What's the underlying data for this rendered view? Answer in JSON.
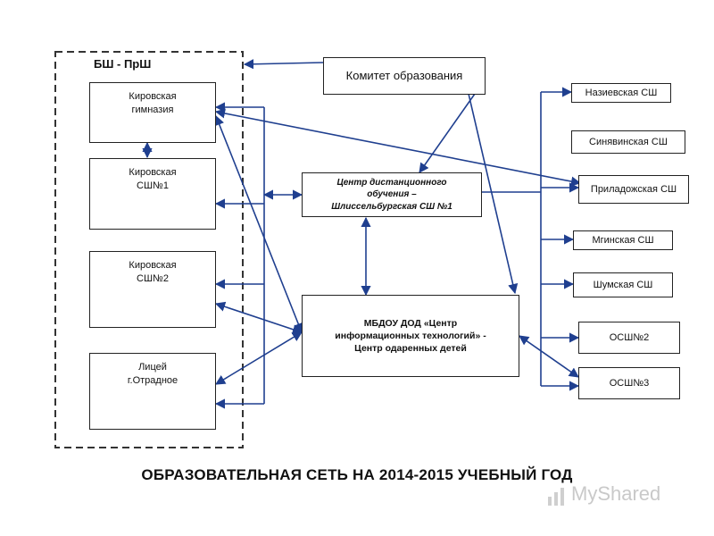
{
  "group": {
    "label": "БШ - ПрШ"
  },
  "nodes": {
    "committee": "Комитет образования",
    "gymnasium": "Кировская\nгимназия",
    "ssh1": "Кировская\nСШ№1",
    "ssh2": "Кировская\nСШ№2",
    "lyceum": "Лицей\nг.Отрадное",
    "distance_center": "Центр дистанционного\nобучения –\nШлиссельбургская СШ №1",
    "it_center": "МБДОУ ДОД «Центр\nинформационных технологий» -\nЦентр одаренных детей",
    "nazievskaya": "Назиевская СШ",
    "sinyavinskaya": "Синявинская СШ",
    "privadozhskaya": "Приладожская СШ",
    "mginskaya": "Мгинская СШ",
    "shumskaya": "Шумская СШ",
    "osh2": "ОСШ№2",
    "osh3": "ОСШ№3"
  },
  "caption": "ОБРАЗОВАТЕЛЬНАЯ СЕТЬ НА 2014-2015 УЧЕБНЫЙ ГОД",
  "watermark": "MyShared",
  "colors": {
    "arrow": "#1f3f8f",
    "border": "#222222",
    "dashed": "#333333"
  }
}
